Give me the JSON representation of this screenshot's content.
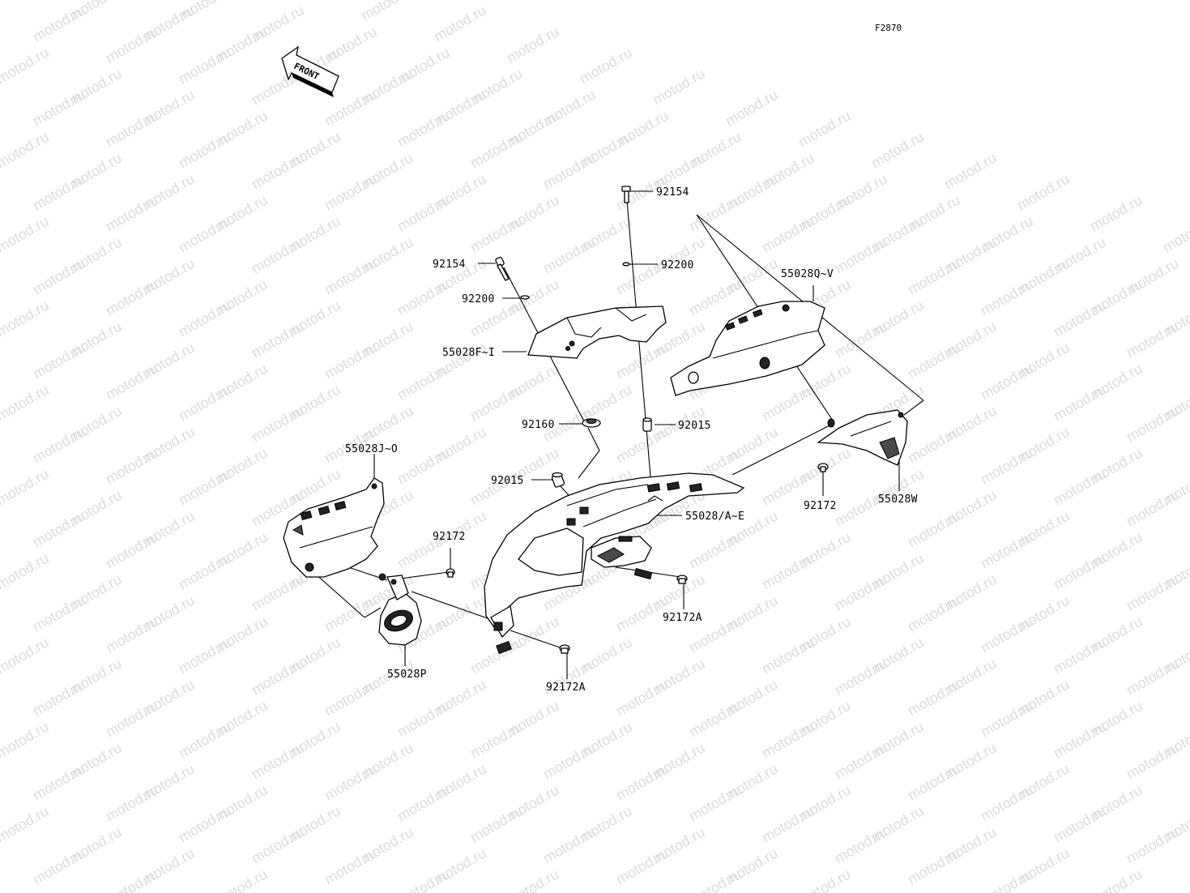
{
  "diagram": {
    "figure_code": "F2870",
    "front_label": "FRONT",
    "watermark": "motod.ru",
    "callouts": {
      "screw_top": "92154",
      "screw_left": "92154",
      "washer_top": "92200",
      "washer_left": "92200",
      "cover_upper": "55028F~I",
      "cover_right_upper": "55028Q~V",
      "grommet": "92160",
      "collar_right": "92015",
      "collar_left": "92015",
      "cover_left": "55028J~O",
      "cowl_main": "55028/A~E",
      "bolt_right": "92172",
      "bracket_right": "55028W",
      "bolt_left": "92172",
      "bolt_center": "92172A",
      "bolt_lower": "92172A",
      "cover_lower_left": "55028P"
    }
  }
}
